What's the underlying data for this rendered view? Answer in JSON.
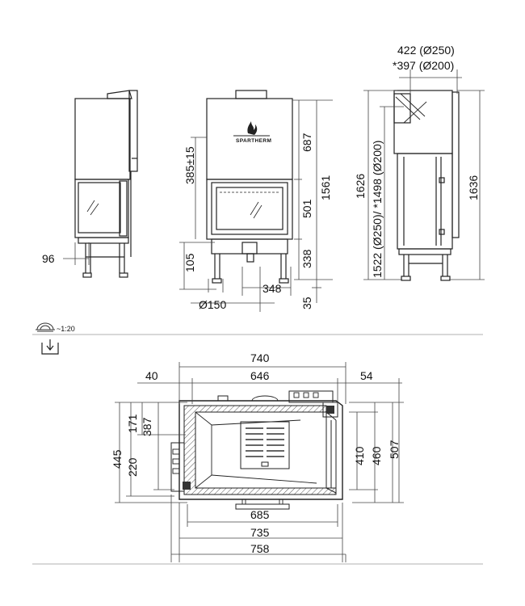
{
  "brand": {
    "logo_text": "SPARTHERM"
  },
  "scale": {
    "label": "~1:20",
    "icon": "scale-bowl-icon"
  },
  "plan_symbol": {
    "icon": "plan-view-arrow-icon"
  },
  "elevation": {
    "left_view": {
      "d96": "96"
    },
    "front_view": {
      "d687": "687",
      "d385": "385±15",
      "d501": "501",
      "d1561": "1561",
      "d105": "105",
      "d338": "338",
      "d348": "348",
      "d150": "Ø150",
      "d35": "35"
    },
    "side_view": {
      "d422": "422 (Ø250)",
      "d397": "*397 (Ø200)",
      "d1626": "1626",
      "d1522": "1522 (Ø250)/ *1498 (Ø200)",
      "d1636": "1636"
    }
  },
  "plan": {
    "d740": "740",
    "d40": "40",
    "d646": "646",
    "d54": "54",
    "d171": "171",
    "d387": "387",
    "d445": "445",
    "d220": "220",
    "d410": "410",
    "d460": "460",
    "d507": "507",
    "d685": "685",
    "d735": "735",
    "d758": "758"
  },
  "colors": {
    "line": "#222222",
    "dimension": "#444444",
    "hatch": "#555555",
    "divider": "#999999"
  }
}
